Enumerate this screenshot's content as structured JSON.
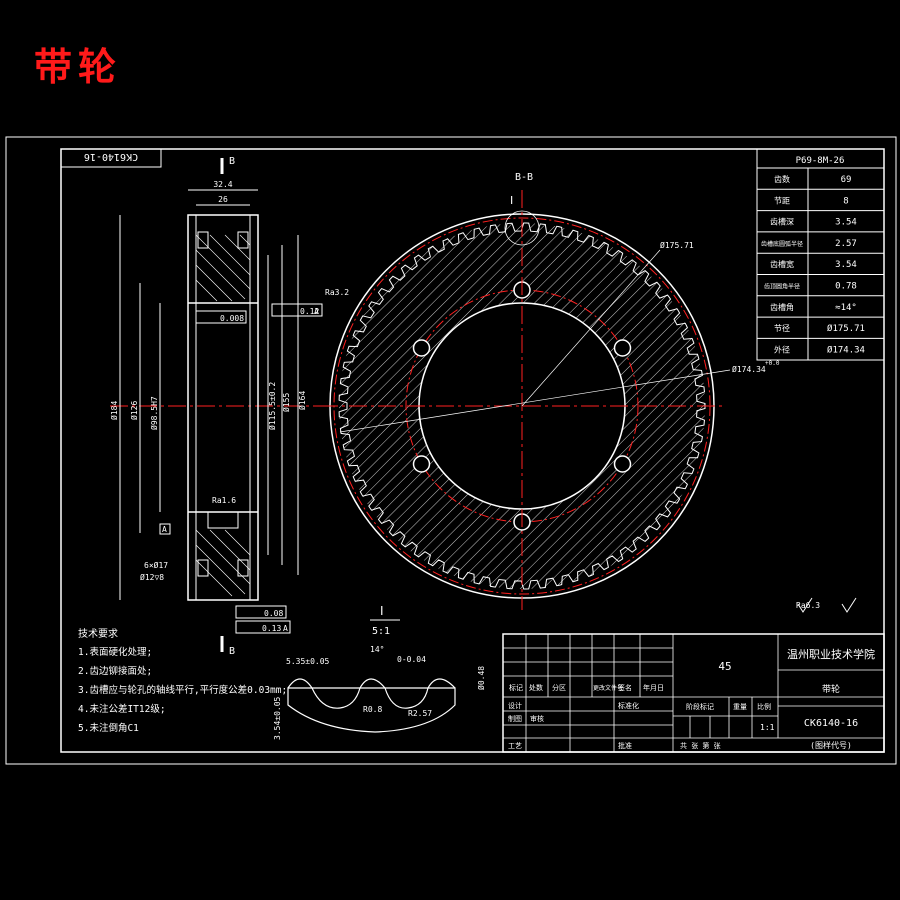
{
  "title": "带轮",
  "part_code_rotated": "CK6140-16",
  "section_label": "B",
  "section_view_label": "B-B",
  "detail_label": "Ⅰ",
  "detail_scale": "5:1",
  "dims": {
    "width_outer": "32.4",
    "width_inner": "26",
    "d184": "Ø184",
    "d126": "Ø126",
    "d98": "Ø98.5H7",
    "d115": "Ø115.5±0.2",
    "d155": "Ø155",
    "d164": "Ø164",
    "d175": "Ø175.71",
    "d174": "Ø174.34",
    "d174_tol": "+0.0",
    "holes": "6×Ø17",
    "holes_depth": "Ø12▽8",
    "tol_flat": "0.008",
    "tol_012": "0.12",
    "tol_008": "0.08",
    "tol_013": "0.13",
    "datum_a": "A",
    "rough_32": "Ra3.2",
    "rough_16": "Ra1.6",
    "rough_63": "Ra6.3",
    "tooth_535": "5.35±0.05",
    "tooth_14": "14°",
    "tooth_ang": "0-0.04",
    "tooth_h": "3.54±0.05",
    "tooth_r08": "R0.8",
    "tooth_r257": "R2.57",
    "tooth_d": "Ø0.48"
  },
  "params_title": "P69-8M-26",
  "params": [
    {
      "label": "齿数",
      "value": "69"
    },
    {
      "label": "节距",
      "value": "8"
    },
    {
      "label": "齿槽深",
      "value": "3.54"
    },
    {
      "label": "齿槽底圆弧半径",
      "value": "2.57"
    },
    {
      "label": "齿槽宽",
      "value": "3.54"
    },
    {
      "label": "齿顶圆角半径",
      "value": "0.78"
    },
    {
      "label": "齿槽角",
      "value": "≈14°"
    },
    {
      "label": "节径",
      "value": "Ø175.71"
    },
    {
      "label": "外径",
      "value": "Ø174.34"
    }
  ],
  "tech_title": "技术要求",
  "tech_reqs": [
    "1.表面硬化处理;",
    "2.齿边铆接面处;",
    "3.齿槽应与轮孔的轴线平行,平行度公差0.03mm;",
    "4.未注公差IT12级;",
    "5.未注倒角C1"
  ],
  "title_block": {
    "material": "45",
    "school": "温州职业技术学院",
    "part_name": "带轮",
    "drawing_no": "CK6140-16",
    "drawing_code": "(图样代号)",
    "scale": "1:1",
    "stage_mark": "阶段标记",
    "weight": "重量",
    "scale_label": "比例",
    "sheets": "共  张 第  张",
    "row_labels": [
      "标记",
      "处数",
      "分区",
      "更改文件号",
      "签名",
      "年月日"
    ],
    "design": "设计",
    "standard": "标准化",
    "drawn": "制图",
    "checked": "审核",
    "process": "工艺",
    "approve": "批准"
  }
}
